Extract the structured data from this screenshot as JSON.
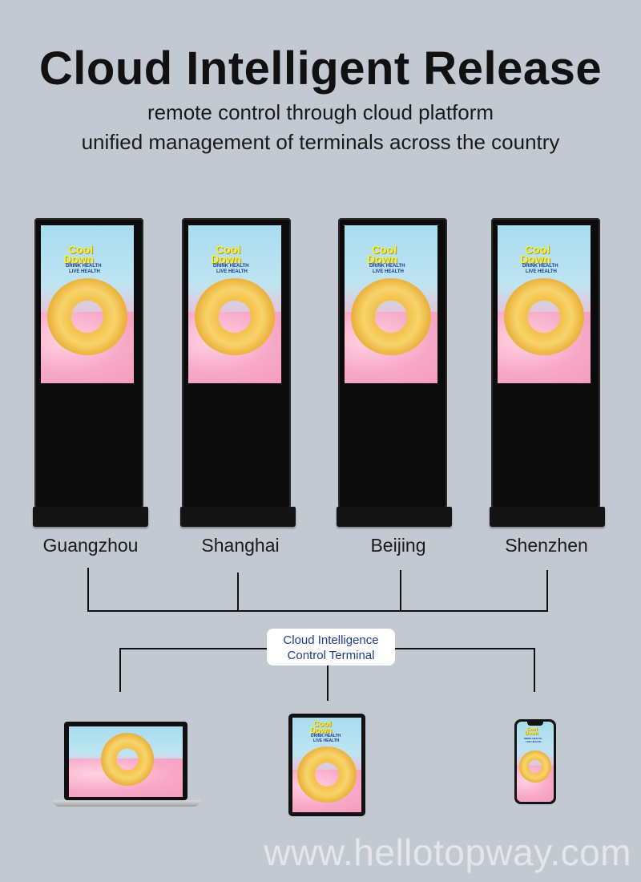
{
  "header": {
    "title": "Cloud Intelligent Release",
    "subtitle_line1": "remote control through cloud platform",
    "subtitle_line2": "unified management of terminals across the country"
  },
  "cities": [
    "Guangzhou",
    "Shanghai",
    "Beijing",
    "Shenzhen"
  ],
  "control_terminal": {
    "line1": "Cloud Intelligence",
    "line2": "Control Terminal"
  },
  "ad": {
    "brand_line1": "Cool",
    "brand_line2": "Down",
    "tagline1": "DRINK HEALTH",
    "tagline2": "LIVE HEALTH"
  },
  "devices": [
    "laptop-icon",
    "tablet-icon",
    "phone-icon"
  ],
  "watermark": "www.hellotopway.com",
  "colors": {
    "background": "#c3c9d1",
    "accent_text": "#1f3e8c",
    "brand_yellow": "#e9f53a"
  }
}
